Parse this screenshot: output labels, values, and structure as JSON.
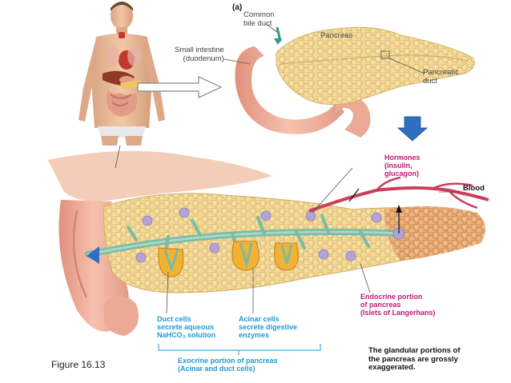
{
  "panel_label": "(a)",
  "labels": {
    "common_bile_duct": "Common\nbile duct",
    "pancreas": "Pancreas",
    "small_intestine": "Small intestine\n(duodenum)",
    "pancreatic_duct": "Pancreatic\nduct",
    "hormones": "Hormones\n(insulin,\nglucagon)",
    "blood": "Blood",
    "endocrine": "Endocrine portion\nof pancreas\n(Islets of Langerhans)",
    "duct_cells": "Duct cells\nsecrete aqueous\nNaHCO₃ solution",
    "acinar_cells": "Acinar cells\nsecrete digestive\nenzymes",
    "exocrine": "Exocrine portion of pancreas\n(Acinar and duct cells)",
    "note": "The glandular portions of\nthe pancreas are grossly\nexaggerated.",
    "figure": "Figure 16.13"
  },
  "colors": {
    "blue_label": "#1f9ad6",
    "pink_label": "#c2187a",
    "pancreas_tissue": "#f2dc9a",
    "duct": "#6fb8a6",
    "blood_vessel": "#c9405c",
    "intestine": "#e8a08c"
  }
}
